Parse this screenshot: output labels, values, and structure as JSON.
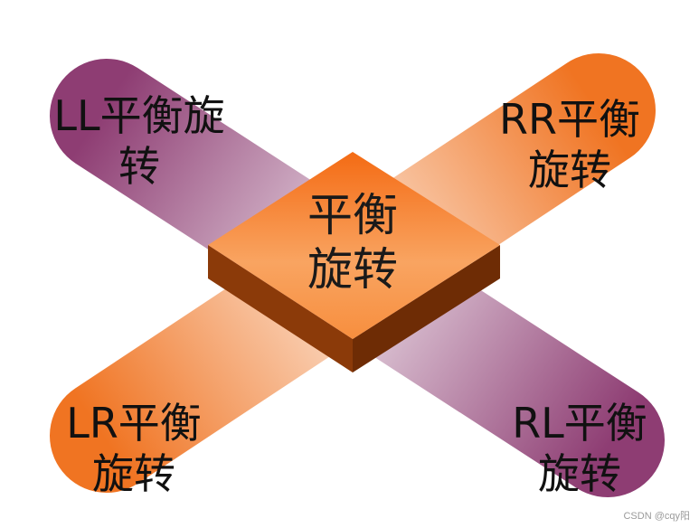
{
  "center": {
    "line1": "平衡",
    "line2": "旋转"
  },
  "corners": {
    "ll": {
      "line1": "LL平衡旋",
      "line2": "转"
    },
    "rr": {
      "line1": "RR平衡",
      "line2": "旋转"
    },
    "lr": {
      "line1": "LR平衡",
      "line2": "旋转"
    },
    "rl": {
      "line1": "RL平衡",
      "line2": "旋转"
    }
  },
  "watermark": "CSDN @cqy阳",
  "colors": {
    "purple": "#8e3d73",
    "purple_light": "#e8d9e3",
    "orange": "#f07422",
    "orange_light": "#fbe3d3",
    "block_top": "#f7923d",
    "block_side": "#8b3a09"
  }
}
